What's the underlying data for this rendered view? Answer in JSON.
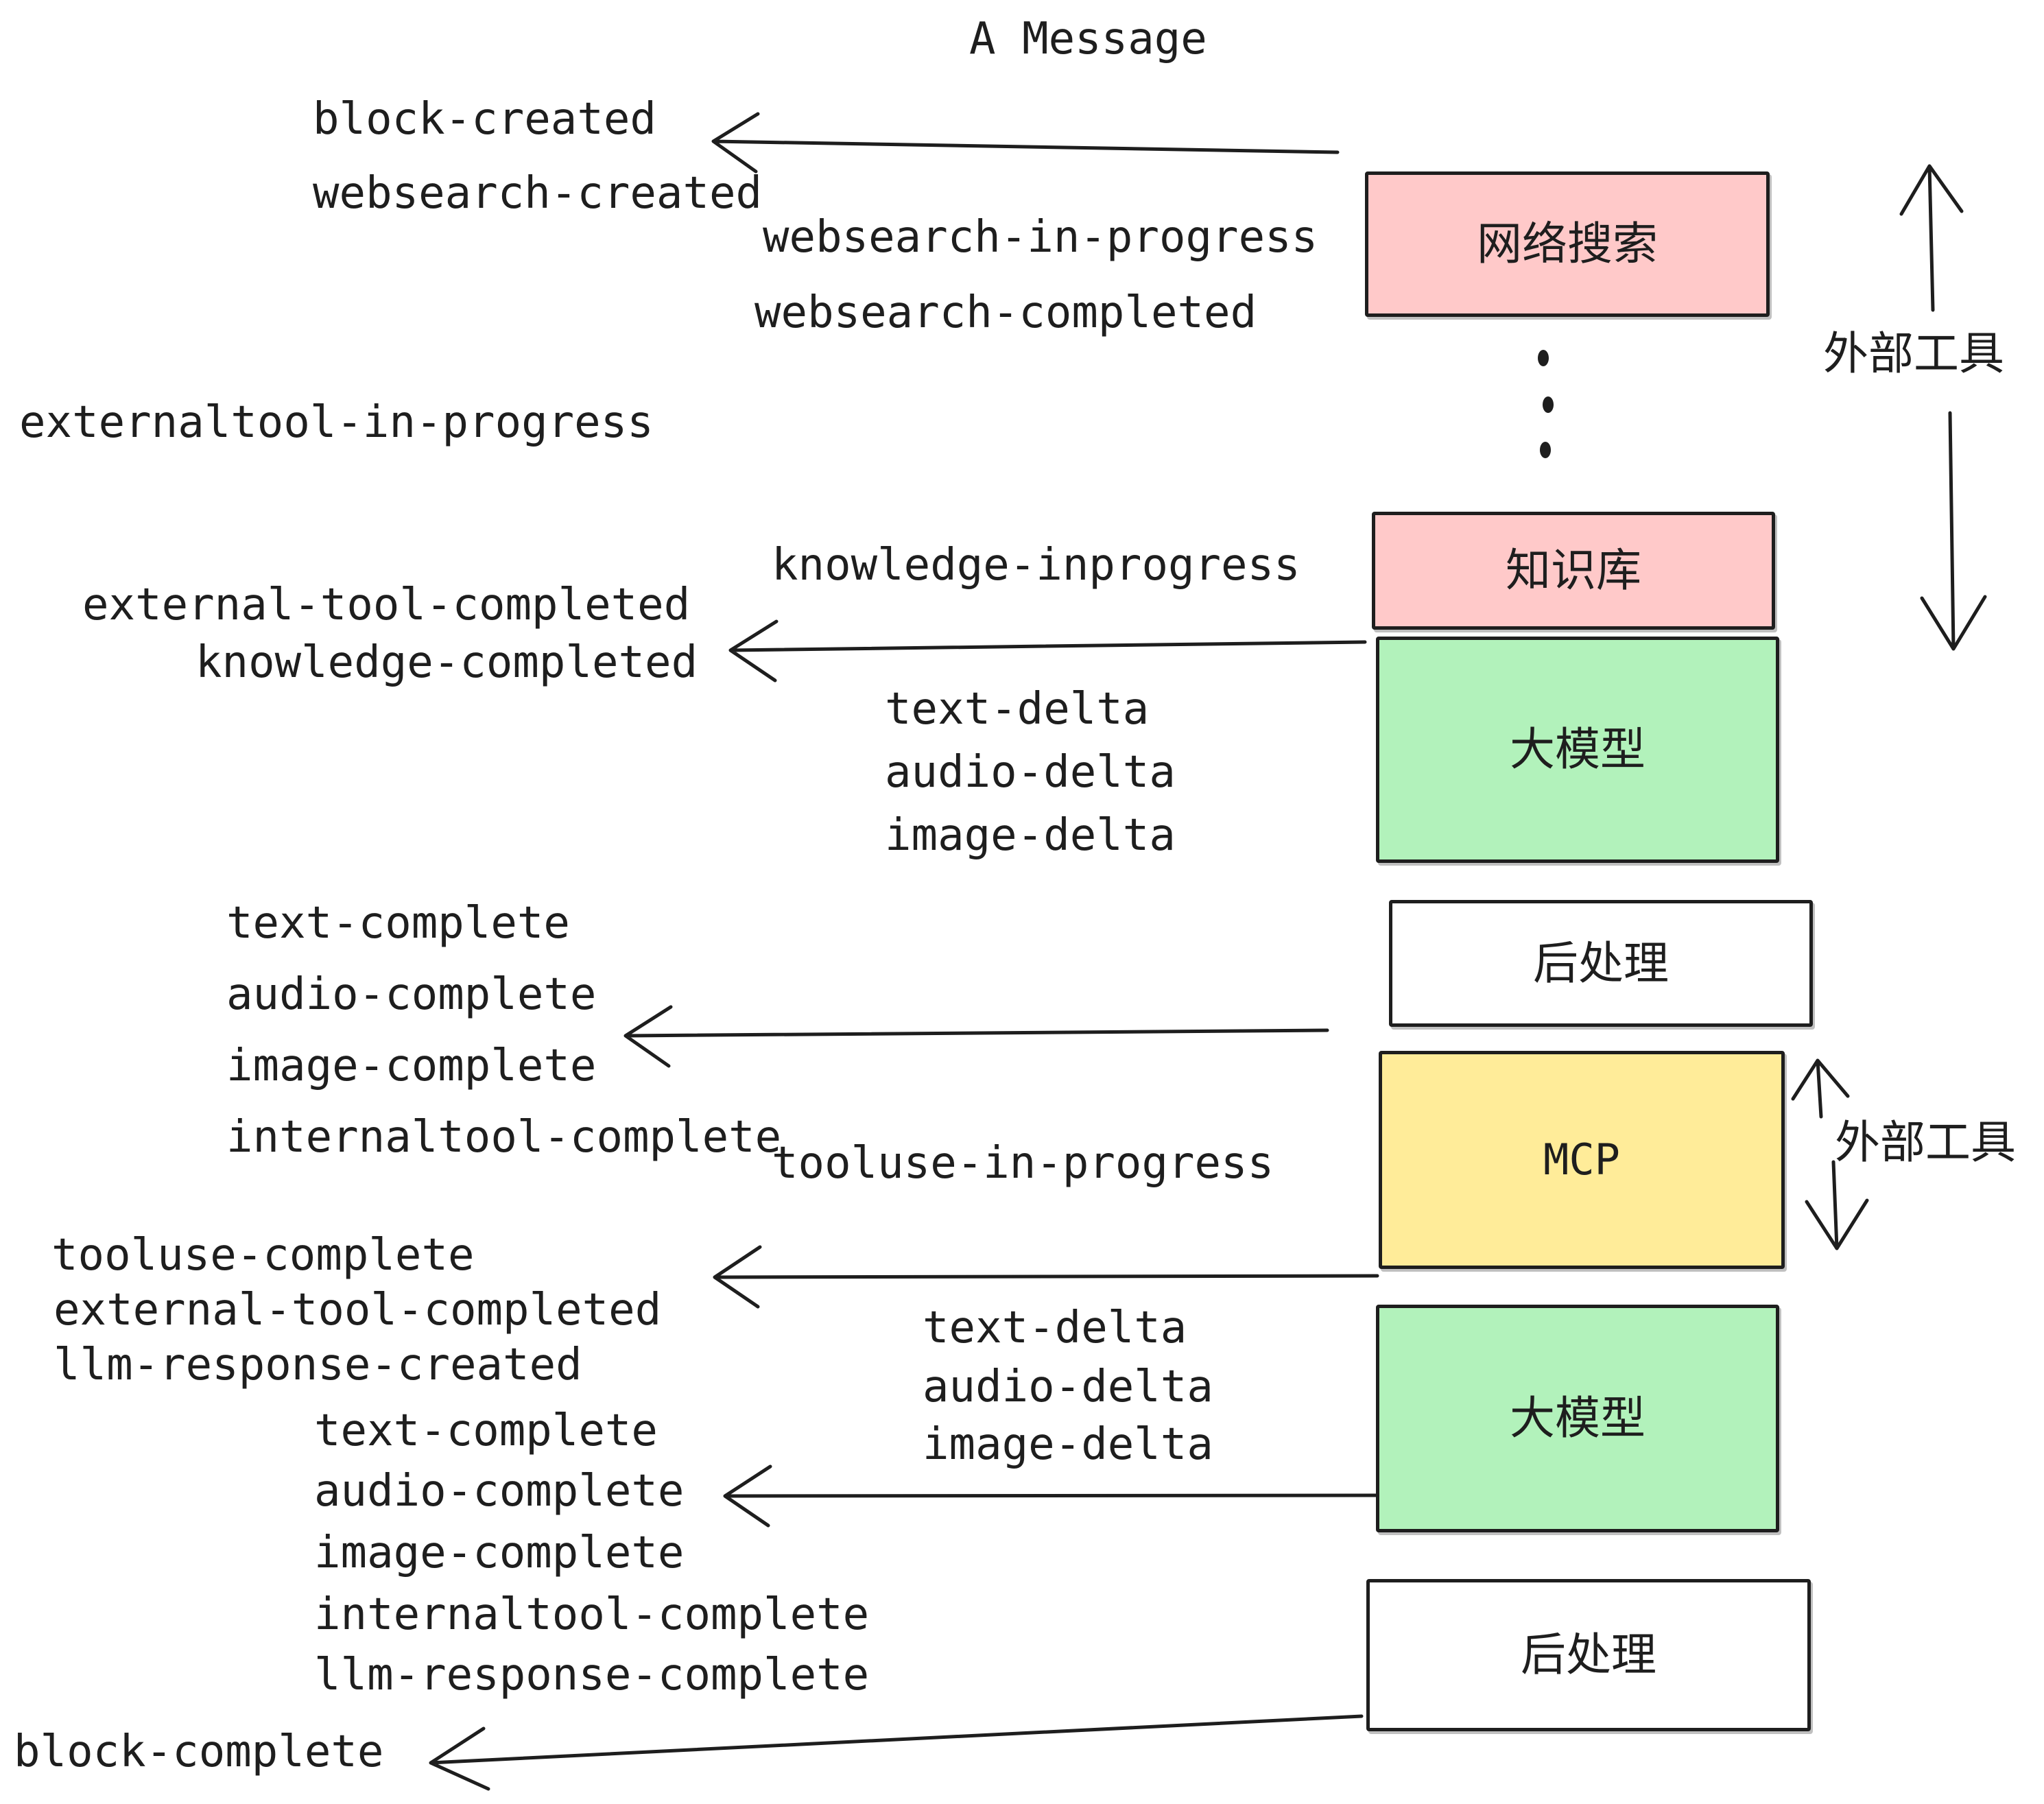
{
  "title": "A Message",
  "colors": {
    "ink": "#1e1e1e",
    "pink": "#ffc9c9",
    "green": "#b2f2bb",
    "yellow": "#ffec99",
    "white": "#ffffff"
  },
  "boxes": {
    "websearch": "网络搜索",
    "knowledge": "知识库",
    "llm1": "大模型",
    "post1": "后处理",
    "mcp": "MCP",
    "llm2": "大模型",
    "post2": "后处理"
  },
  "side_labels": {
    "external_tools_top": "外部工具",
    "external_tools_bottom": "外部工具"
  },
  "events": {
    "block_created": "block-created",
    "websearch_created": "websearch-created",
    "websearch_in_progress": "websearch-in-progress",
    "websearch_completed": "websearch-completed",
    "externaltool_in_progress": "externaltool-in-progress",
    "knowledge_inprogress": "knowledge-inprogress",
    "external_tool_completed": "external-tool-completed",
    "knowledge_completed": "knowledge-completed",
    "text_delta": "text-delta",
    "audio_delta": "audio-delta",
    "image_delta": "image-delta",
    "text_complete": "text-complete",
    "audio_complete": "audio-complete",
    "image_complete": "image-complete",
    "internaltool_complete": "internaltool-complete",
    "tooluse_in_progress": "tooluse-in-progress",
    "tooluse_complete": "tooluse-complete",
    "llm_response_created": "llm-response-created",
    "llm_response_complete": "llm-response-complete",
    "block_complete": "block-complete"
  }
}
